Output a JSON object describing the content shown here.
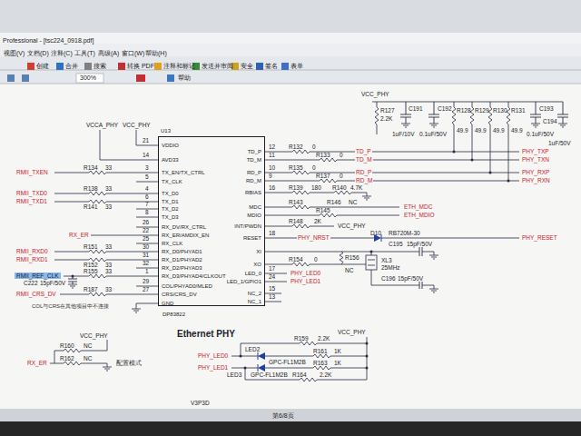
{
  "diagram": {
    "title": "Ethernet PHY",
    "nodes": [
      {
        "text": [
          "U13",
          "VDDIO",
          "AVD33",
          "TX_EN/TX_CTRL",
          "TX_CLK",
          "TX_D0",
          "TX_D1",
          "TX_D2",
          "TX_D3",
          "RX_DV/RX_CTRL",
          "RX_ER/AMDIX_EN",
          "RX_CLK",
          "RX_D0/PHYAD1",
          "RX_D1/PHYAD2",
          "RX_D2/PHYAD3",
          "RX_D3/PHYAD4/CLKOUT",
          "COL/PHYAD0/MLED",
          "CRS/CRS_DV",
          "GND",
          "TD_P",
          "TD_M",
          "RD_P",
          "RD_M",
          "RBIAS",
          "MDC",
          "MDIO",
          "INT/PWDN",
          "RESET",
          "XI",
          "XO",
          "LED_0",
          "LED_1/GPIO1",
          "NC_2",
          "NC_1",
          "DP83822"
        ]
      }
    ],
    "labels": [
      "Professional - [tsc224_0918.pdf]",
      "视图(V)",
      "文档(D)",
      "注释(C)",
      "工具(T)",
      "高级(A)",
      "窗口(W)",
      "帮助(H)",
      "创建",
      "合并",
      "搜索",
      "转换 PDF",
      "注释和标记",
      "发送并审阅",
      "安全",
      "签名",
      "表单",
      "300%",
      "帮助",
      "VCC_PHY",
      "R127",
      "2.2K",
      "C191",
      "1uF/10V",
      "C192",
      "0.1uF/50V",
      "R128",
      "49.9",
      "R129",
      "49.9",
      "R130",
      "49.9",
      "R131",
      "49.9",
      "C193",
      "0.1uF/50V",
      "C194",
      "1uF/50V",
      "VCCA_PHY",
      "VCC_PHY",
      "21",
      "14",
      "3",
      "5",
      "4",
      "6",
      "7",
      "8",
      "26",
      "22",
      "25",
      "30",
      "31",
      "32",
      "1",
      "29",
      "27",
      "12",
      "11",
      "10",
      "9",
      "16",
      "18",
      "17",
      "24",
      "15",
      "13",
      "RMII_TXEN",
      "R134",
      "33",
      "RMII_TXD0",
      "RMII_TXD1",
      "R138",
      "33",
      "R141",
      "33",
      "RX_ER",
      "RMII_RXD0",
      "RMII_RXD1",
      "R151",
      "33",
      "R152",
      "33",
      "RMII_REF_CLK",
      "R155",
      "33",
      "C222",
      "15pF/50V",
      "RMII_CRS_DV",
      "R187",
      "33",
      "COL与CRS在其他项目中不连接",
      "R132",
      "0",
      "TD_P",
      "R133",
      "0",
      "TD_M",
      "R135",
      "0",
      "RD_P",
      "R137",
      "0",
      "RD_M",
      "R139",
      "180",
      "R140",
      "4.7K",
      "R143",
      "R145",
      "R146",
      "NC",
      "R148",
      "2K",
      "ETH_MDC",
      "ETH_MDIO",
      "VCC_PHY",
      "D10",
      "RB720M-30",
      "PHY_NRST",
      "PHY_RESET",
      "C195",
      "15pF/50V",
      "R154",
      "0",
      "R156",
      "XL3",
      "25MHz",
      "NC",
      "PHY_LED0",
      "PHY_LED1",
      "C196",
      "15pF/50V",
      "PHY_TXP",
      "PHY_TXN",
      "PHY_RXP",
      "PHY_RXN",
      "VCC_PHY",
      "R160",
      "NC",
      "RX_ER",
      "R162",
      "NC",
      "配置模式",
      "VCC_PHY",
      "LED2",
      "GPC-FL1M2B",
      "R159",
      "2.2K",
      "R161",
      "1K",
      "PHY_LED0",
      "PHY_LED1",
      "LED3",
      "GPC-FL1M2B",
      "R163",
      "1K",
      "R164",
      "2.2K",
      "V3P3D",
      "第6/8页"
    ]
  }
}
